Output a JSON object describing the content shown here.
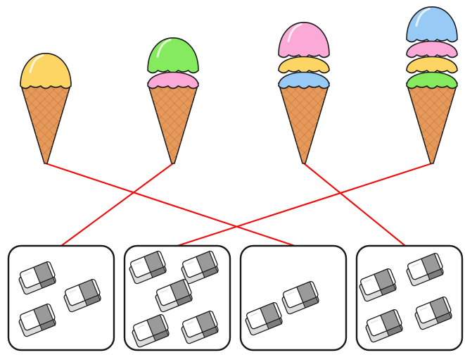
{
  "colors": {
    "line": "#ee1111",
    "cone": "#e69a5a",
    "cone_grid": "#c0713a",
    "outline": "#1a1a1a",
    "box_border": "#1a1a1a",
    "eraser_top": "#ffffff",
    "eraser_band": "#9a9a9a",
    "scoop_yellow": "#fdd564",
    "scoop_green": "#86ea5e",
    "scoop_pink": "#fba9d6",
    "scoop_blue": "#98caf6"
  },
  "ice_creams": [
    {
      "scoop_count": 1,
      "scoops_bottom_to_top": [
        "yellow"
      ]
    },
    {
      "scoop_count": 2,
      "scoops_bottom_to_top": [
        "pink",
        "green"
      ]
    },
    {
      "scoop_count": 3,
      "scoops_bottom_to_top": [
        "blue",
        "yellow",
        "pink"
      ]
    },
    {
      "scoop_count": 4,
      "scoops_bottom_to_top": [
        "green",
        "yellow",
        "pink",
        "blue"
      ]
    }
  ],
  "eraser_boxes": [
    {
      "eraser_count": 3
    },
    {
      "eraser_count": 5
    },
    {
      "eraser_count": 2
    },
    {
      "eraser_count": 4
    }
  ],
  "matches": [
    {
      "ice_cream": 1,
      "box": 3
    },
    {
      "ice_cream": 2,
      "box": 1
    },
    {
      "ice_cream": 3,
      "box": 4
    },
    {
      "ice_cream": 4,
      "box": 2
    }
  ]
}
